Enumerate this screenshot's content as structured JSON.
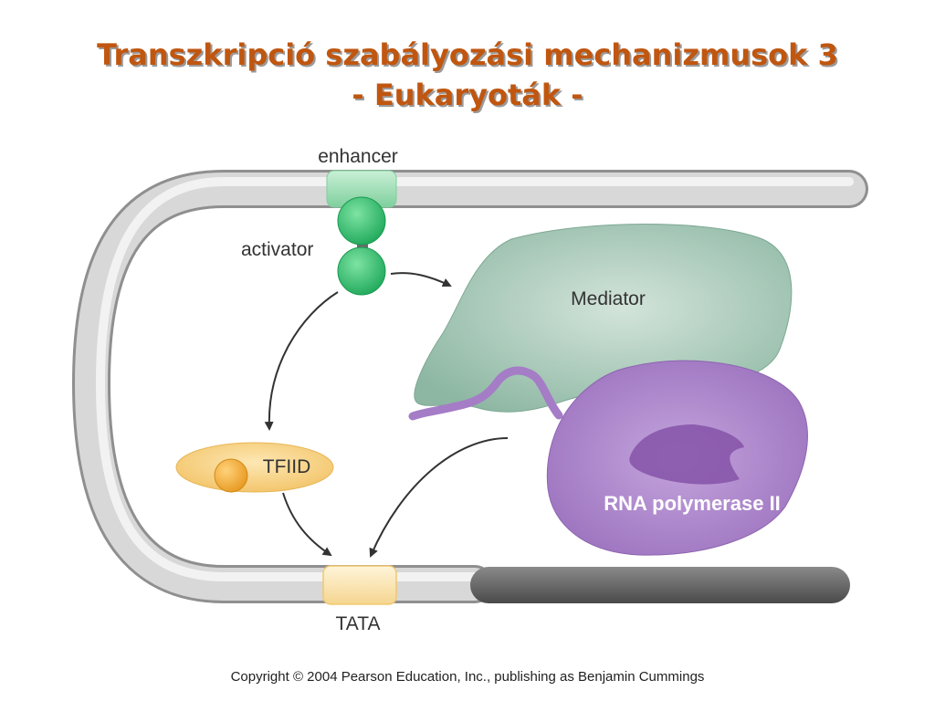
{
  "title": {
    "line1": "Transzkripció szabályozási mechanizmusok 3",
    "line2": "- Eukaryoták -"
  },
  "labels": {
    "enhancer": "enhancer",
    "activator": "activator",
    "mediator": "Mediator",
    "tfiid": "TFIID",
    "rna_polymerase": "RNA polymerase II",
    "tata": "TATA"
  },
  "copyright": "Copyright © 2004 Pearson Education, Inc., publishing as Benjamin Cummings",
  "colors": {
    "title": "#c0560f",
    "dna": "#d4d4d4",
    "dna_dark": "#6b6b6b",
    "enhancer": "#9fe0b8",
    "activator": "#3cc06e",
    "mediator": "#8fb9a6",
    "polymerase": "#a57cc6",
    "tfiid": "#f7d68d",
    "tata": "#fbe7b5"
  }
}
